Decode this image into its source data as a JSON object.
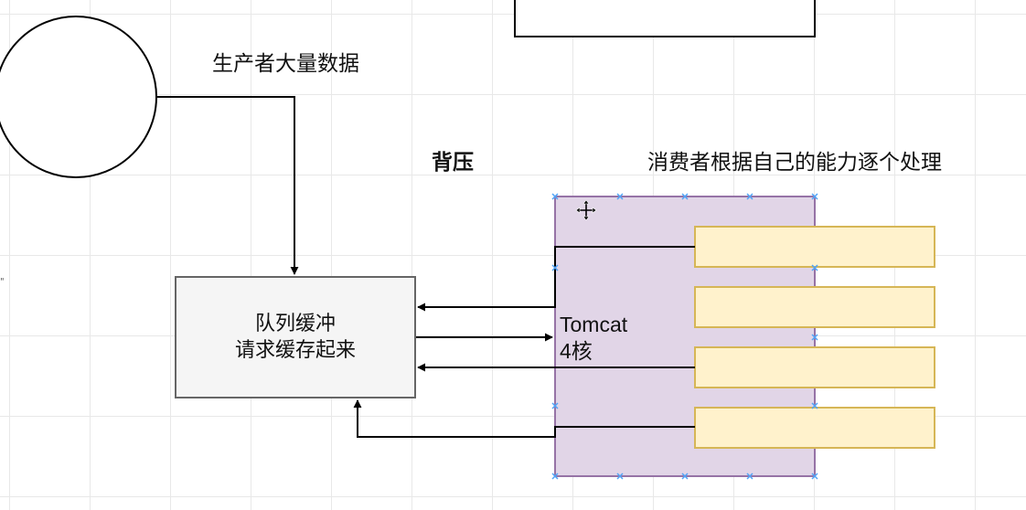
{
  "diagram": {
    "producer_label": "生产者大量数据",
    "backpressure_label": "背压",
    "consumer_label": "消费者根据自己的能力逐个处理",
    "queue": {
      "line1": "队列缓冲",
      "line2": "请求缓存起来"
    },
    "tomcat": {
      "name": "Tomcat",
      "cores": "4核"
    },
    "worker_count": 4,
    "side_mark": "\""
  },
  "colors": {
    "tomcat_fill": "#e1d5e7",
    "tomcat_stroke": "#9673a6",
    "worker_fill": "#fff2cc",
    "worker_stroke": "#d6b656",
    "queue_fill": "#f5f5f5",
    "queue_stroke": "#666666",
    "selection_handle": "#4fa3f7"
  }
}
